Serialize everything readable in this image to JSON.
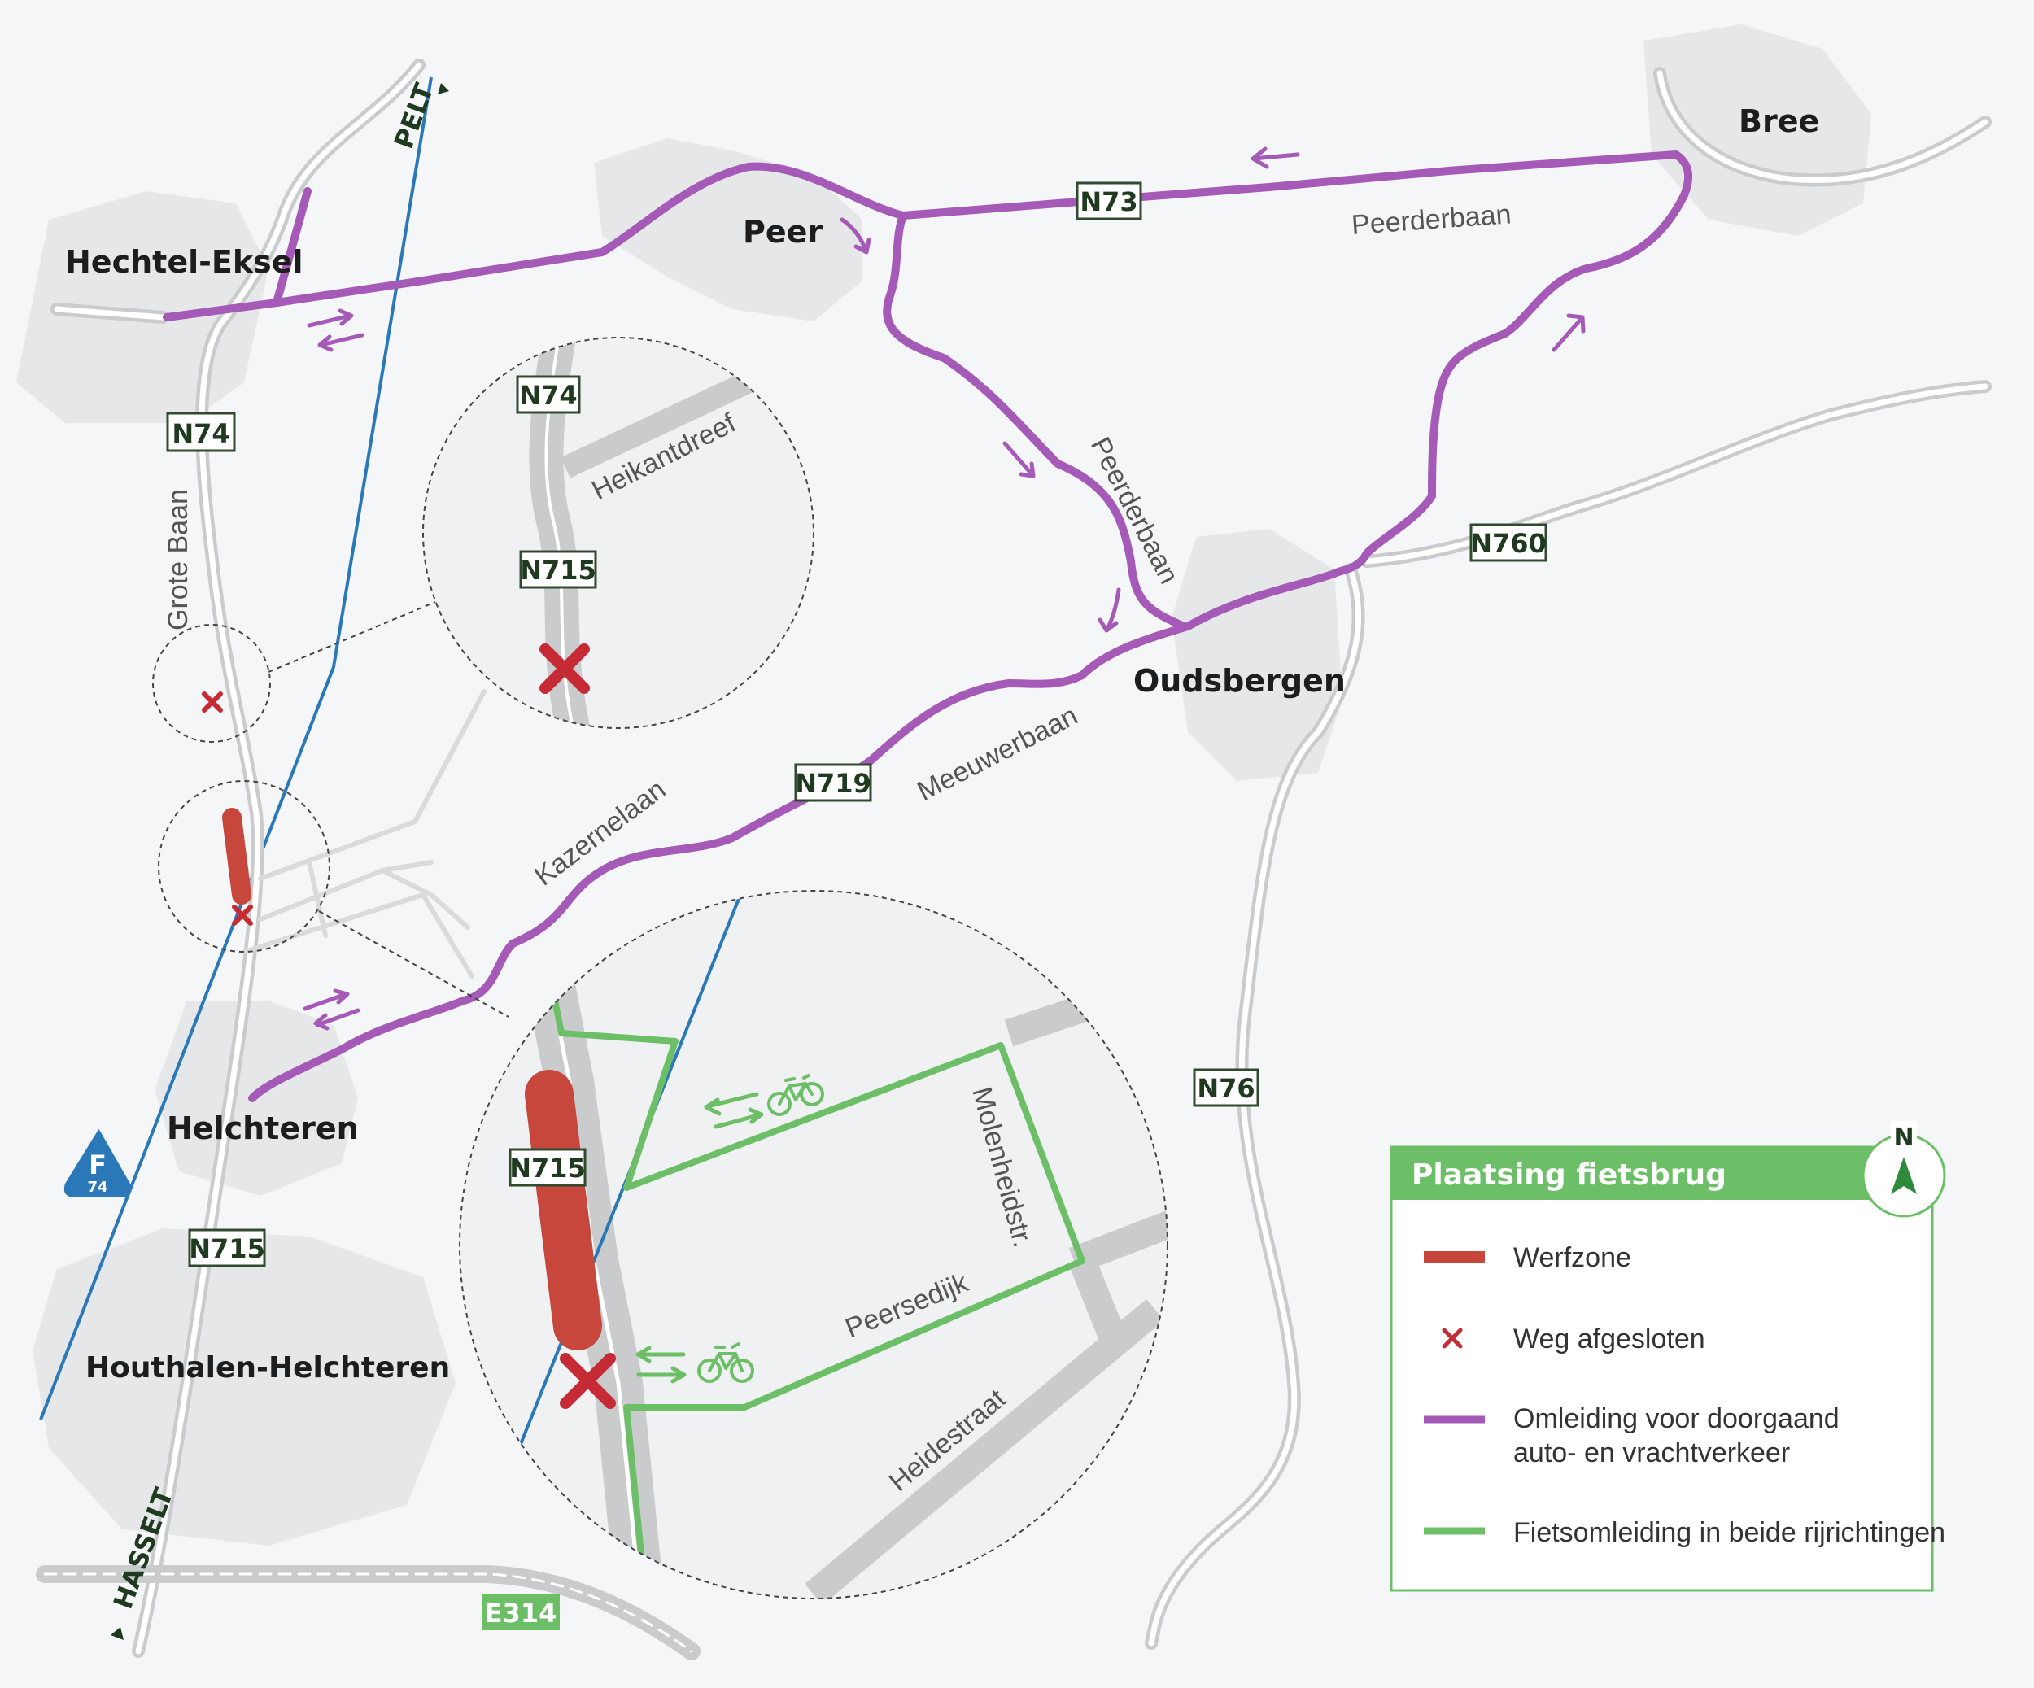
{
  "towns": {
    "hechtel_eksel": "Hechtel-Eksel",
    "peer": "Peer",
    "bree": "Bree",
    "oudsbergen": "Oudsbergen",
    "helchteren": "Helchteren",
    "houthalen": "Houthalen-Helchteren"
  },
  "roads": {
    "n74": "N74",
    "n73": "N73",
    "n760": "N760",
    "n719": "N719",
    "n76": "N76",
    "n715": "N715",
    "e314": "E314",
    "inset_n74": "N74",
    "inset_n715_top": "N715",
    "inset_n715_bottom": "N715"
  },
  "streets": {
    "peerderbaan_n73": "Peerderbaan",
    "peerderbaan_diag": "Peerderbaan",
    "meeuwerbaan": "Meeuwerbaan",
    "kazernelaan": "Kazernelaan",
    "grote_baan": "Grote Baan",
    "heikantdreef": "Heikantdreef",
    "molenheidstr": "Molenheidstr.",
    "peersedijk": "Peersedijk",
    "heidestraat": "Heidestraat"
  },
  "directions": {
    "pelt": "PELT",
    "hasselt": "HASSELT"
  },
  "f74": {
    "letter": "F",
    "number": "74"
  },
  "north": "N",
  "legend": {
    "title": "Plaatsing fietsbrug",
    "items": [
      {
        "label": "Werfzone",
        "color": "#c8473c",
        "symbol": "bar"
      },
      {
        "label": "Weg afgesloten",
        "color": "#c62a34",
        "symbol": "cross"
      },
      {
        "label": "Omleiding voor doorgaand",
        "label2": "auto- en vrachtverkeer",
        "color": "#a45ab6",
        "symbol": "line"
      },
      {
        "label": "Fietsomleiding in beide rijrichtingen",
        "color": "#6cbf67",
        "symbol": "line"
      }
    ]
  },
  "colors": {
    "detour": "#a45ab6",
    "bike": "#6cbf67",
    "worksite": "#c8473c",
    "closed": "#c62a34",
    "canal": "#2b78b8",
    "legend_header": "#6cbf67"
  },
  "icons": [
    "bicycle-icon",
    "north-arrow-icon",
    "two-way-arrow-icon",
    "closed-cross-icon"
  ]
}
